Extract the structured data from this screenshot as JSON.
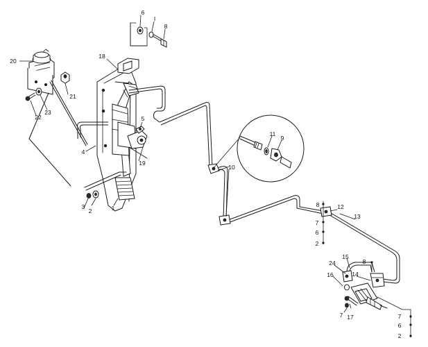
{
  "diagram": {
    "callouts": {
      "c1": "1",
      "c2": "2",
      "c3": "3",
      "c4": "4",
      "c5": "5",
      "c6": "6",
      "cI": "I",
      "c8": "8",
      "c18": "18",
      "c20": "20",
      "c21": "21",
      "c22": "22",
      "c23": "23",
      "c19": "19",
      "c10": "10",
      "c11": "11",
      "c9": "9",
      "c8b": "8",
      "c12": "12",
      "c13": "13",
      "c7a": "7",
      "c6a": "6",
      "c2a": "2",
      "c15": "15",
      "c24": "24",
      "c16": "16",
      "c14": "14",
      "c8c": "8",
      "c7b": "7",
      "c17": "17",
      "c7c": "7",
      "c6c": "6",
      "c2c": "2"
    },
    "colors": {
      "line": "#1a1a1a",
      "background": "#ffffff"
    }
  }
}
